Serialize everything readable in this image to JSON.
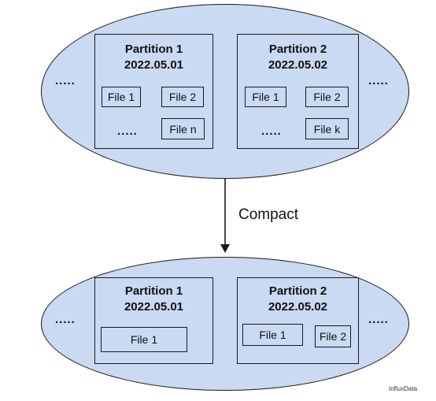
{
  "colors": {
    "ellipse_fill": "#c9daf2",
    "partition_fill": "#c9daf2",
    "file_fill": "#c9daf2",
    "stroke": "#1a1a1a"
  },
  "top": {
    "left_dots": ".....",
    "right_dots": ".....",
    "partition1": {
      "title": "Partition 1",
      "date": "2022.05.01",
      "files": [
        "File 1",
        "File 2",
        "File n"
      ],
      "dots": "....."
    },
    "partition2": {
      "title": "Partition 2",
      "date": "2022.05.02",
      "files": [
        "File 1",
        "File 2",
        "File k"
      ],
      "dots": "....."
    }
  },
  "arrow": {
    "label": "Compact"
  },
  "bottom": {
    "left_dots": ".....",
    "right_dots": ".....",
    "partition1": {
      "title": "Partition 1",
      "date": "2022.05.01",
      "files": [
        "File 1"
      ]
    },
    "partition2": {
      "title": "Partition 2",
      "date": "2022.05.02",
      "files": [
        "File 1",
        "File 2"
      ]
    }
  },
  "credit": "InfluxData"
}
